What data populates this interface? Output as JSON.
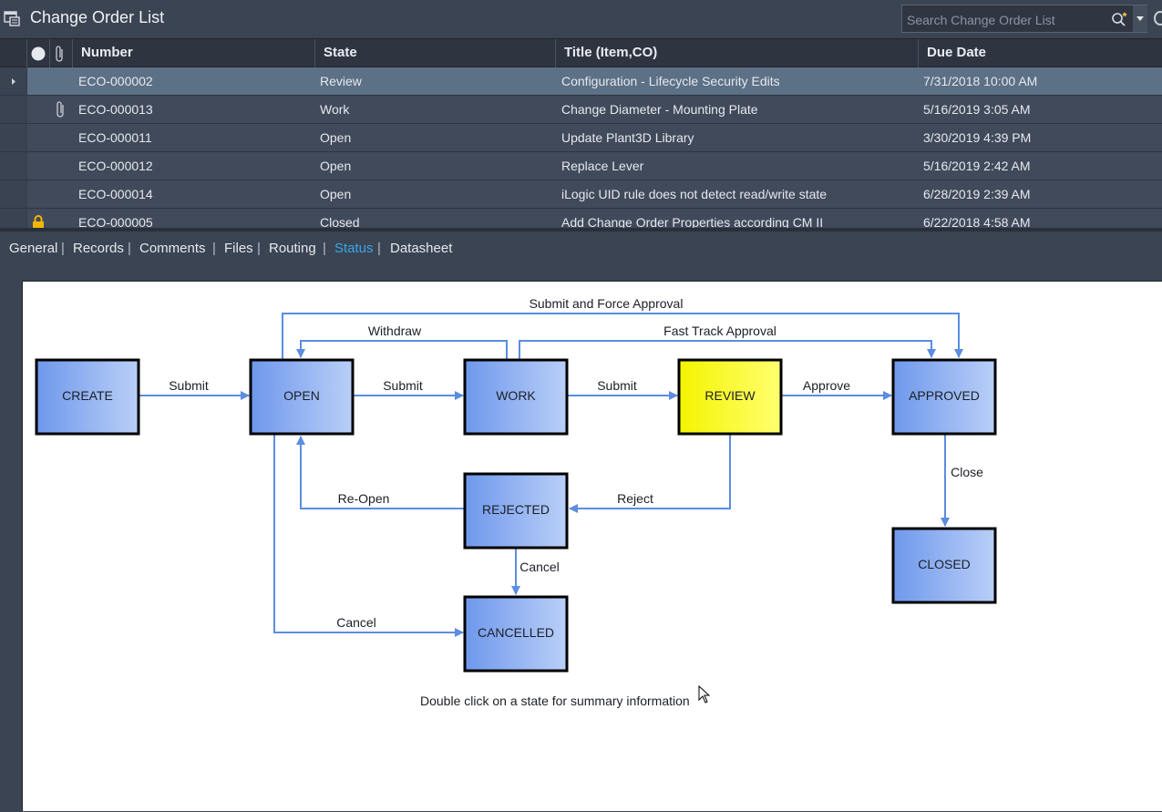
{
  "window": {
    "title": "Change Order List"
  },
  "search": {
    "placeholder": "Search Change Order List"
  },
  "grid": {
    "columns": {
      "number": "Number",
      "state": "State",
      "title": "Title (Item,CO)",
      "due": "Due Date"
    },
    "rows": [
      {
        "number": "ECO-000002",
        "state": "Review",
        "title": "Configuration - Lifecycle Security Edits",
        "due": "7/31/2018 10:00 AM"
      },
      {
        "number": "ECO-000013",
        "state": "Work",
        "title": "Change Diameter - Mounting Plate",
        "due": "5/16/2019 3:05 AM"
      },
      {
        "number": "ECO-000011",
        "state": "Open",
        "title": "Update Plant3D Library",
        "due": "3/30/2019 4:39 PM"
      },
      {
        "number": "ECO-000012",
        "state": "Open",
        "title": "Replace Lever",
        "due": "5/16/2019 2:42 AM"
      },
      {
        "number": "ECO-000014",
        "state": "Open",
        "title": "iLogic UID rule does not detect read/write state",
        "due": "6/28/2019 2:39 AM"
      },
      {
        "number": "ECO-000005",
        "state": "Closed",
        "title": "Add Change Order Properties according CM II",
        "due": "6/22/2018 4:58 AM"
      }
    ]
  },
  "tabs": [
    "General",
    "Records",
    "Comments",
    "Files",
    "Routing",
    "Status",
    "Datasheet"
  ],
  "active_tab": "Status",
  "diagram": {
    "states": {
      "create": "CREATE",
      "open": "OPEN",
      "work": "WORK",
      "review": "REVIEW",
      "approved": "APPROVED",
      "rejected": "REJECTED",
      "cancelled": "CANCELLED",
      "closed": "CLOSED"
    },
    "transitions": {
      "submit_create": "Submit",
      "submit_open": "Submit",
      "submit_work": "Submit",
      "approve": "Approve",
      "close": "Close",
      "reject": "Reject",
      "reopen": "Re-Open",
      "cancel_rejected": "Cancel",
      "cancel_open": "Cancel",
      "withdraw": "Withdraw",
      "fast_track": "Fast Track Approval",
      "force_approval": "Submit and Force Approval"
    },
    "hint": "Double click on a state for summary information",
    "colors": {
      "state_fill": "#8aaef0",
      "review_fill": "#ffff33",
      "arrow": "#5b8de0"
    }
  }
}
